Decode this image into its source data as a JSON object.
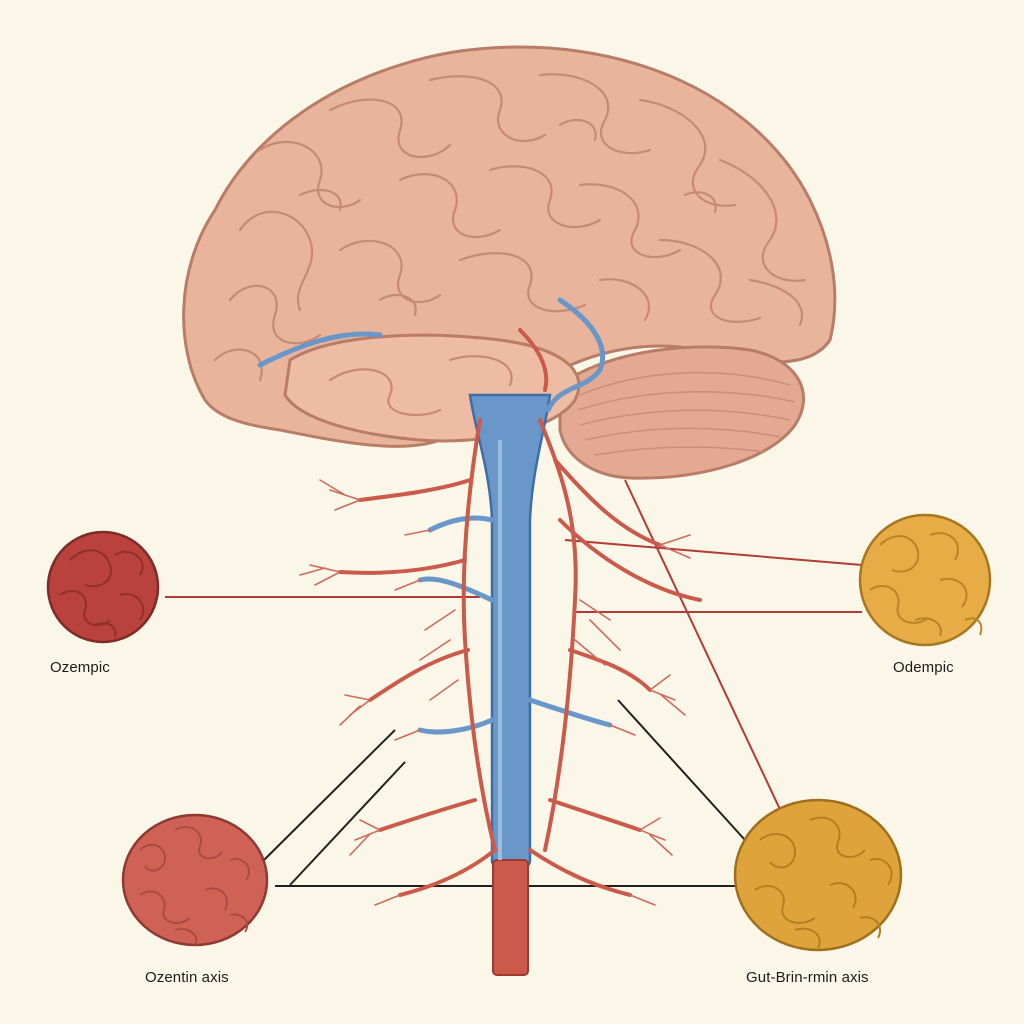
{
  "diagram": {
    "labels": {
      "top_left": "Ozempic",
      "top_right": "Odempic",
      "bottom_left": "Ozentin axis",
      "bottom_right": "Gut-Brin-rmin axis"
    },
    "colors": {
      "background": "#fbf7e8",
      "brain": "#e9b49c",
      "brain_shadow": "#b97c67",
      "cerebellum": "#e3a993",
      "vein_blue": "#6a97c9",
      "artery_red": "#cc5a4b",
      "left_organ": "#b9433c",
      "right_organ": "#e6ad47",
      "bottom_left_organ": "#cf6156",
      "bottom_right_organ": "#dfa33c",
      "connector_line": "#202020",
      "connector_red": "#b33a35"
    }
  }
}
